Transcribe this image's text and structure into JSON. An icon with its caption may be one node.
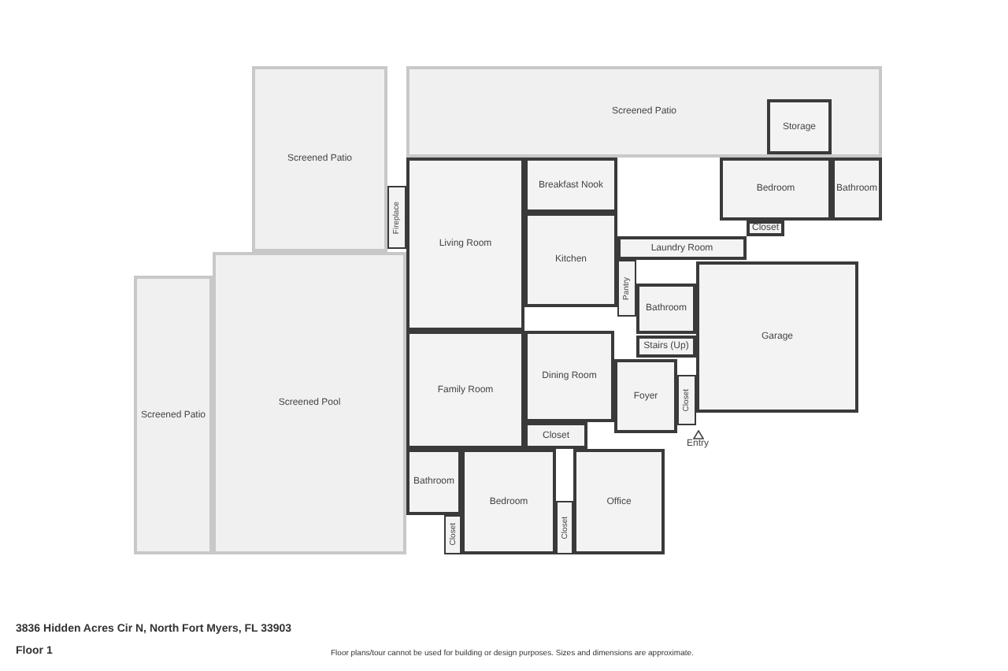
{
  "diagram": {
    "nodes": [
      {
        "text": [
          "Screened Patio"
        ]
      },
      {
        "text": [
          "Screened Patio"
        ]
      },
      {
        "text": [
          "Storage"
        ],
        "in": 1
      },
      {
        "text": [
          "Bedroom"
        ]
      },
      {
        "text": [
          "Bathroom"
        ]
      },
      {
        "text": [
          "Closet"
        ]
      },
      {
        "text": [
          "Fireplace"
        ]
      },
      {
        "text": [
          "Living Room"
        ]
      },
      {
        "text": [
          "Breakfast Nook"
        ]
      },
      {
        "text": [
          "Kitchen"
        ]
      },
      {
        "text": [
          "Pantry"
        ]
      },
      {
        "text": [
          "Laundry Room"
        ]
      },
      {
        "text": [
          "Bathroom"
        ]
      },
      {
        "text": [
          "Stairs (Up)"
        ]
      },
      {
        "text": [
          "Garage"
        ]
      },
      {
        "text": [
          "Screened Patio"
        ]
      },
      {
        "text": [
          "Screened Pool"
        ]
      },
      {
        "text": [
          "Family Room"
        ]
      },
      {
        "text": [
          "Dining Room"
        ]
      },
      {
        "text": [
          "Closet"
        ]
      },
      {
        "text": [
          "Foyer"
        ]
      },
      {
        "text": [
          "Closet"
        ]
      },
      {
        "text": [
          "Entry"
        ]
      },
      {
        "text": [
          "Bathroom"
        ]
      },
      {
        "text": [
          "Closet"
        ]
      },
      {
        "text": [
          "Bedroom"
        ]
      },
      {
        "text": [
          "Closet"
        ]
      },
      {
        "text": [
          "Office"
        ]
      }
    ],
    "labels": [
      "3836 Hidden Acres Cir N, North Fort Myers, FL 33903",
      "Floor 1",
      "Floor plans/tour cannot be used for building or design purposes. Sizes and dimensions are approximate."
    ]
  }
}
